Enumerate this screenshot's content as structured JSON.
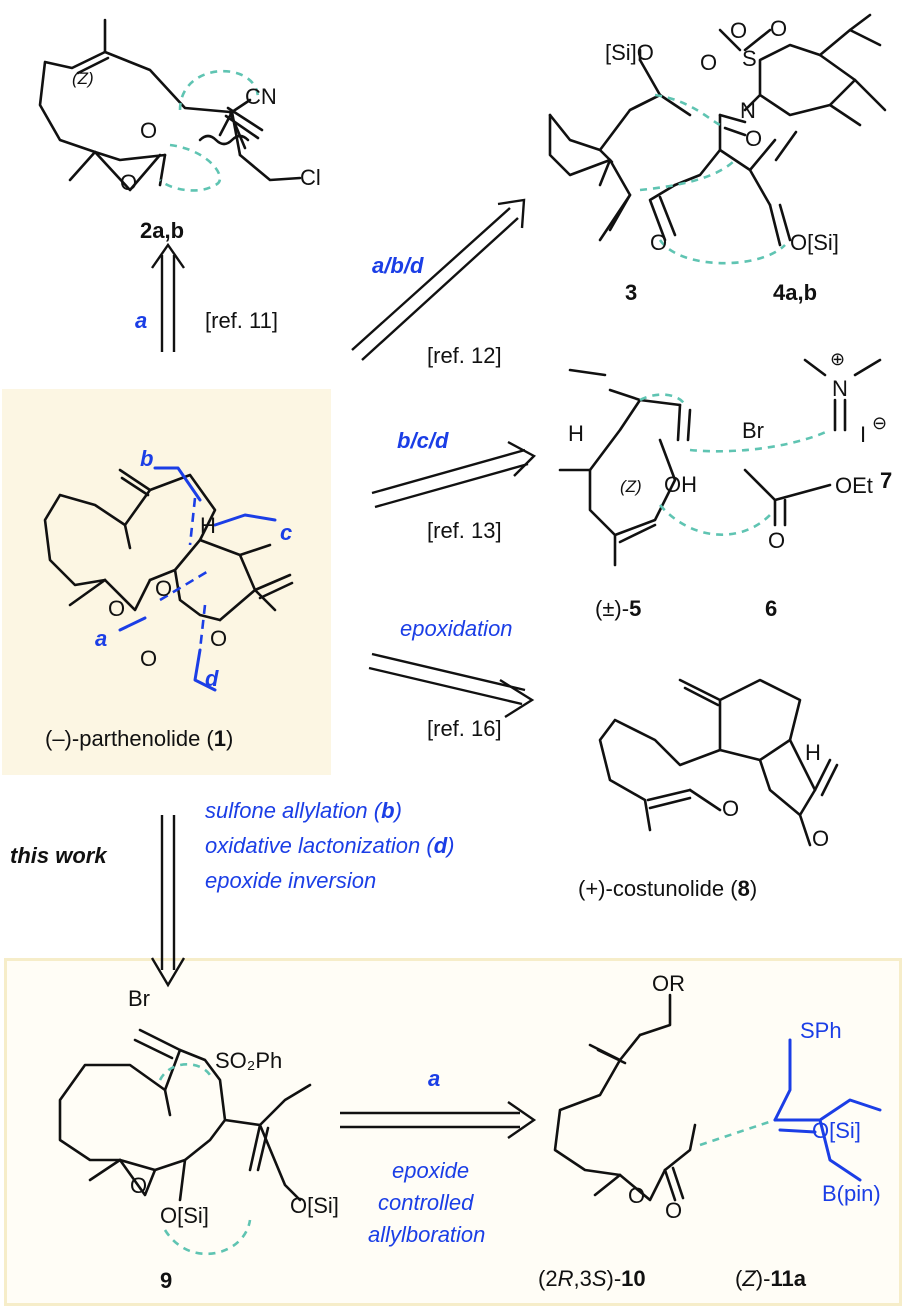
{
  "compounds": {
    "c2": "2a,b",
    "c3": "3",
    "c4": "4a,b",
    "c5_prefix": "(±)-",
    "c5": "5",
    "c6": "6",
    "c7": "7",
    "c8_prefix": "(+)-costunolide (",
    "c8": "8",
    "c8_suffix": ")",
    "c1_prefix": "(–)-parthenolide (",
    "c1": "1",
    "c1_suffix": ")",
    "c9": "9",
    "c10_prefix": "(2",
    "c10_r": "R",
    "c10_mid": ",3",
    "c10_s": "S",
    "c10_suffix": ")-",
    "c10": "10",
    "c11_prefix": "(",
    "c11_z": "Z",
    "c11_suffix": ")-",
    "c11": "11a"
  },
  "arrows": {
    "a_label": "a",
    "ref11": "[ref. 11]",
    "abd_a": "a",
    "abd_b": "b",
    "abd_d": "d",
    "ref12": "[ref. 12]",
    "bcd_b": "b",
    "bcd_c": "c",
    "bcd_d": "d",
    "ref13": "[ref. 13]",
    "epox": "epoxidation",
    "ref16": "[ref. 16]",
    "this_work": "this work",
    "step1_text": "sulfone allylation (",
    "step1_key": "b",
    "step1_end": ")",
    "step2_text": "oxidative lactonization (",
    "step2_key": "d",
    "step2_end": ")",
    "step3": "epoxide inversion",
    "final_a": "a",
    "final_l1": "epoxide",
    "final_l2": "controlled",
    "final_l3": "allylboration"
  },
  "disconnections": {
    "b": "b",
    "c": "c",
    "a": "a",
    "d": "d"
  },
  "atoms": {
    "Z": "(Z)",
    "CN": "CN",
    "O": "O",
    "Cl": "Cl",
    "SiO": "[Si]O",
    "OSi": "O[Si]",
    "S": "S",
    "N": "N",
    "H": "H",
    "Br": "Br",
    "OH": "OH",
    "OEt": "OEt",
    "Nplus": "N",
    "plus": "⊕",
    "I": "I",
    "minus": "⊖",
    "SO2Ph": "SO₂Ph",
    "OR": "OR",
    "SPh": "SPh",
    "Bpin": "B(pin)",
    "Si": "[Si]"
  },
  "colors": {
    "blue": "#1b3ee6",
    "teal": "#5fc4b2",
    "box": "#fcf6e3"
  }
}
